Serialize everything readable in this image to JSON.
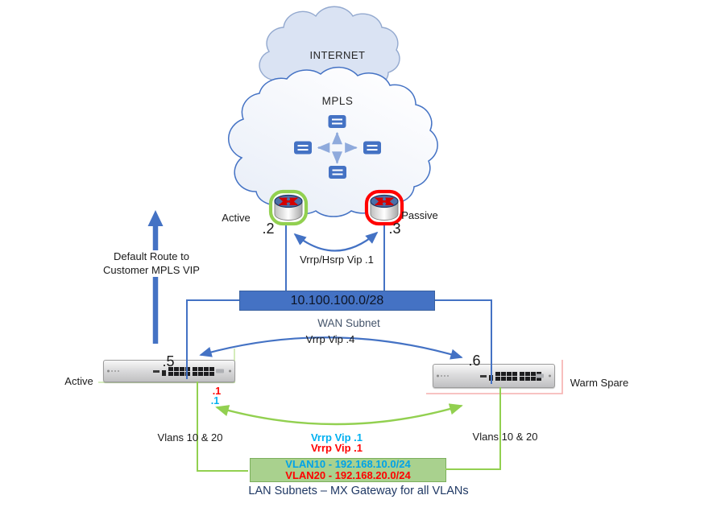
{
  "colors": {
    "line_blue": "#4472C4",
    "line_green": "#92D050",
    "cyan_text": "#00B0F0",
    "red_text": "#FF0000",
    "navy_text": "#44546A",
    "caption_navy": "#1F3864",
    "vlan_bar_fill": "#A9D18E",
    "wan_bar_fill": "#4472C4",
    "active_ring": "#92D050",
    "passive_ring": "#FF0000"
  },
  "clouds": {
    "internet": {
      "label": "INTERNET"
    },
    "mpls": {
      "label": "MPLS"
    }
  },
  "routers": {
    "left": {
      "state_label": "Active",
      "ip": ".2"
    },
    "right": {
      "state_label": "Passive",
      "ip": ".3"
    },
    "failover_label": "Vrrp/Hsrp Vip .1"
  },
  "wan": {
    "subnet": "10.100.100.0/28",
    "label": "WAN Subnet",
    "vrrp_label": "Vrrp Vip .4"
  },
  "default_route": {
    "line1": "Default Route to",
    "line2": "Customer MPLS VIP"
  },
  "mx": {
    "left": {
      "role_label": "Active",
      "ip": ".5"
    },
    "right": {
      "role_label": "Warm Spare",
      "ip": ".6"
    },
    "lan_ip_red": ".1",
    "lan_ip_cyan": ".1",
    "vlans_left_label": "Vlans 10 & 20",
    "vlans_right_label": "Vlans 10 & 20",
    "vrrp_cyan_label": "Vrrp Vip .1",
    "vrrp_red_label": "Vrrp Vip .1"
  },
  "lan": {
    "vlan10": "VLAN10 - 192.168.10.0/24",
    "vlan20": "VLAN20 - 192.168.20.0/24",
    "caption": "LAN Subnets – MX Gateway for all VLANs"
  }
}
